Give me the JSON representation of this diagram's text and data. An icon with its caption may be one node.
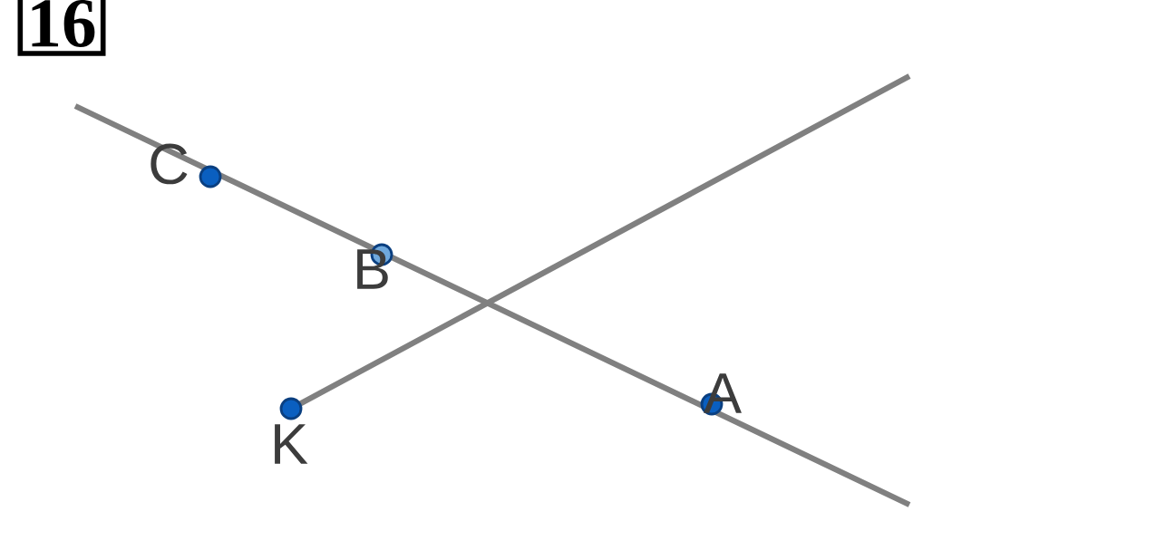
{
  "diagram": {
    "nodes": [
      {
        "text": [
          "16"
        ]
      },
      {
        "text": [],
        "shape": "circle",
        "beside": [
          "C"
        ]
      },
      {
        "text": [],
        "shape": "circle",
        "beside": [
          "B"
        ]
      },
      {
        "text": [],
        "shape": "circle",
        "beside": [
          "A"
        ]
      },
      {
        "text": [],
        "shape": "circle",
        "beside": [
          "K"
        ]
      }
    ]
  }
}
